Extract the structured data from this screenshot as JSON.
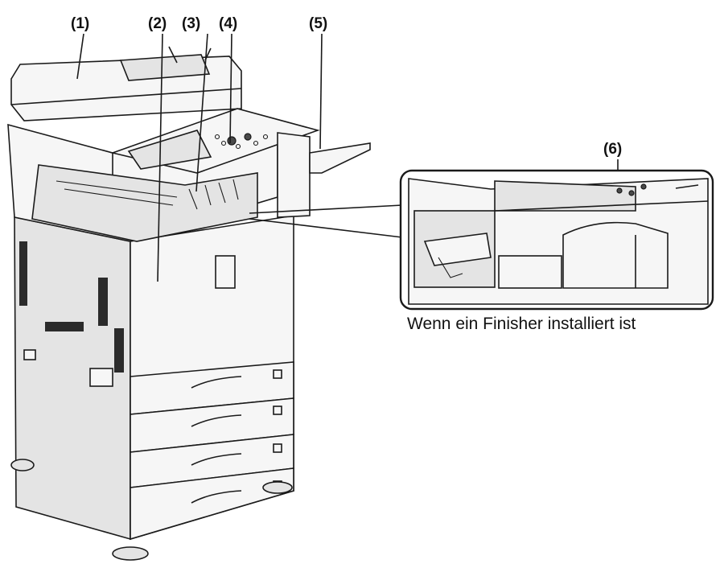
{
  "labels": {
    "c1": "(1)",
    "c2": "(2)",
    "c3": "(3)",
    "c4": "(4)",
    "c5": "(5)",
    "c6": "(6)"
  },
  "caption": "Wenn ein Finisher installiert ist",
  "colors": {
    "outline": "#1a1a1a",
    "body_fill": "#f6f6f6",
    "panel_fill": "#e4e4e4"
  }
}
